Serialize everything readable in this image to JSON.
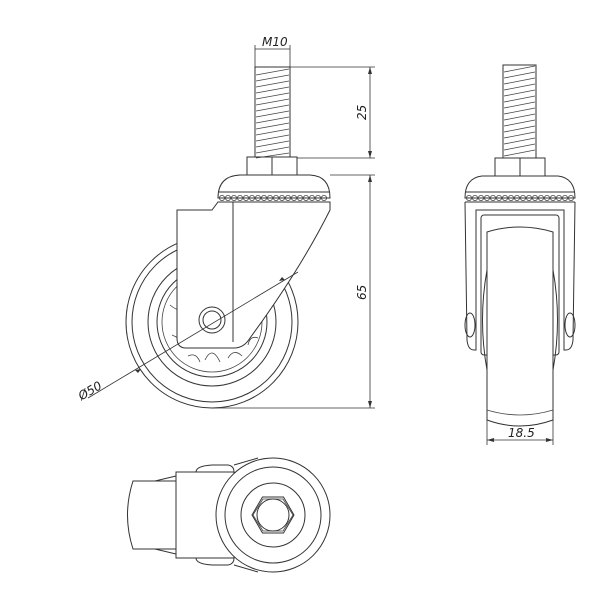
{
  "title": "Swivel caster technical drawing",
  "colors": {
    "line": "#333333",
    "background": "#ffffff"
  },
  "views": {
    "side": {
      "name": "side-view",
      "dimensions": {
        "thread": "M10",
        "stem_length": "25",
        "overall_height": "65",
        "wheel_diameter": "Ø50"
      }
    },
    "front": {
      "name": "front-view",
      "dimensions": {
        "wheel_width": "18.5"
      }
    },
    "bottom": {
      "name": "bottom-view",
      "features": [
        "hex-nut",
        "bearing-ring",
        "swivel-plate",
        "fork"
      ]
    }
  }
}
